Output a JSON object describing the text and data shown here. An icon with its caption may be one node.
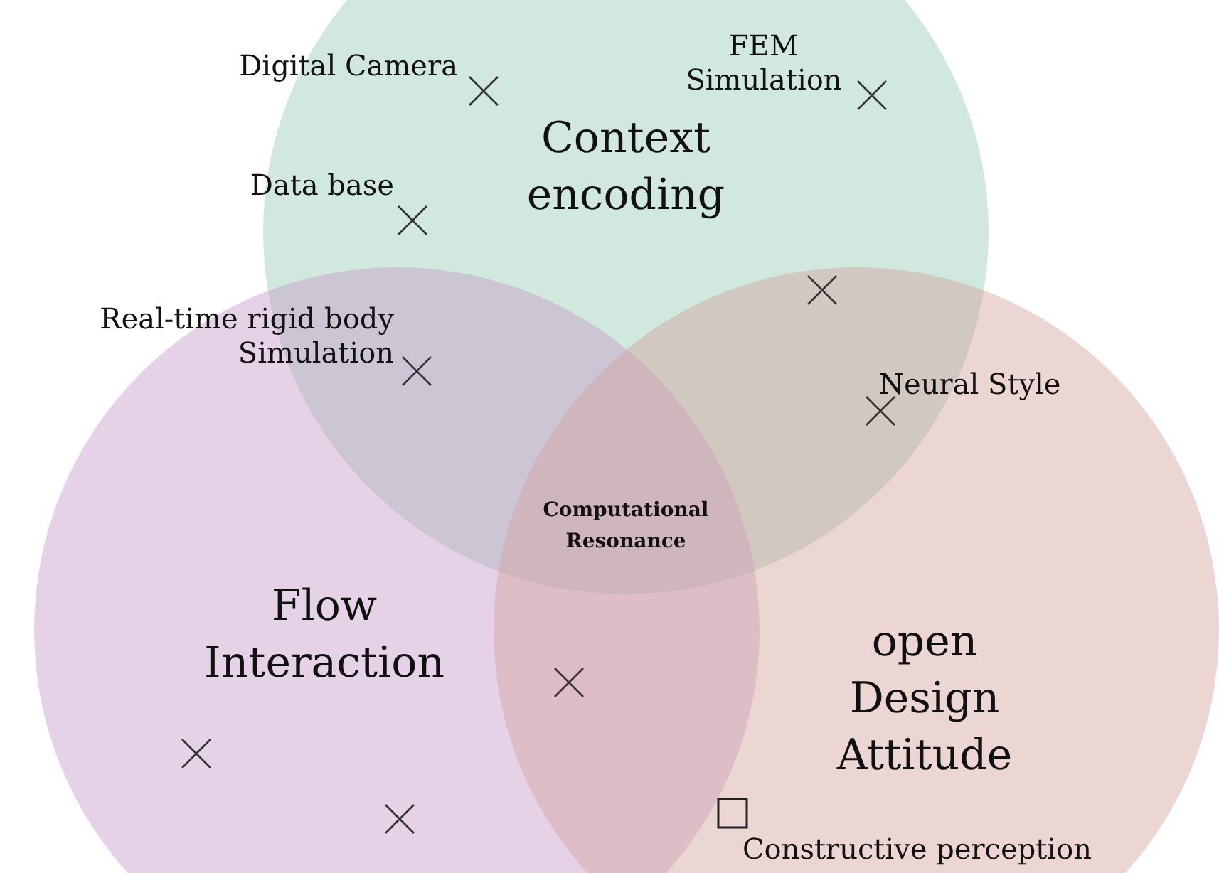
{
  "diagram": {
    "nodes": [
      {
        "text": [
          "Context encoding"
        ]
      },
      {
        "text": [
          "Flow Interaction"
        ]
      },
      {
        "text": [
          "open Design Attitude"
        ]
      }
    ],
    "labels": [
      "Digital Camera",
      "FEM Simulation",
      "Data base",
      "Real-time rigid body Simulation",
      "Neural Style",
      "Computational Resonance",
      "Constructive perception"
    ]
  }
}
